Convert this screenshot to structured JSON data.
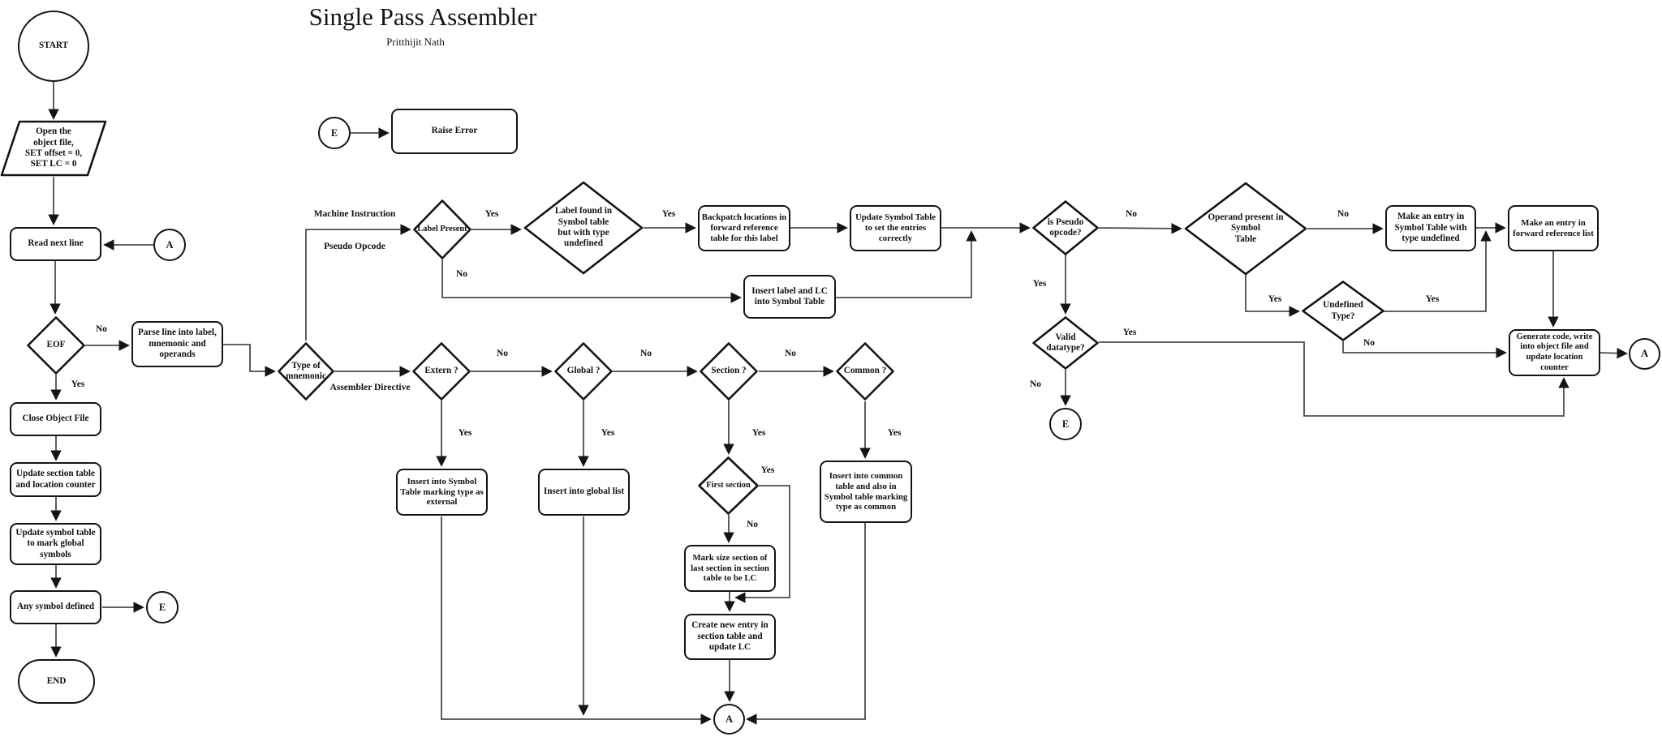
{
  "title": "Single Pass Assembler",
  "subtitle": "Pritthijit Nath",
  "colors": {
    "stroke": "#141414",
    "edge": "#4c4c4c",
    "background": "#ffffff"
  },
  "nodes": {
    "start": "START",
    "open_file": "Open the\nobject file,\nSET offset = 0,\nSET LC = 0",
    "read_line": "Read next line",
    "conn_a_left": "A",
    "eof": "EOF",
    "parse_line": "Parse line into label,\nmnemonic and\noperands",
    "close_file": "Close Object File",
    "update_section": "Update section table\nand location counter",
    "update_symbol": "Update symbol table\nto mark global\nsymbols",
    "any_symbol": "Any symbol defined",
    "conn_e_left": "E",
    "end": "END",
    "conn_e_top": "E",
    "raise_error": "Raise Error",
    "type_mnemonic": "Type of\nmnemonic",
    "label_present": "Label Present",
    "label_found": "Label found in\nSymbol table\nbut with type\nundefined",
    "backpatch": "Backpatch locations in\nforward reference\ntable for this label",
    "insert_label_lc": "Insert label and LC\ninto Symbol Table",
    "update_stt": "Update Symbol Table\nto set the entries\ncorrectly",
    "is_pseudo": "is Pseudo\nopcode?",
    "operand_present": "Operand present in\nSymbol\nTable",
    "make_entry_undef": "Make an entry in\nSymbol Table with\ntype undefined",
    "make_entry_fwd": "Make an entry in\nforward reference list",
    "undefined_type": "Undefined\nType?",
    "valid_datatype": "Valid\ndatatype?",
    "conn_e_mid": "E",
    "generate_code": "Generate code, write\ninto object file and\nupdate location\ncounter",
    "conn_a_right": "A",
    "extern_q": "Extern ?",
    "global_q": "Global ?",
    "section_q": "Section ?",
    "common_q": "Common ?",
    "insert_ext": "Insert into Symbol\nTable marking type as\nexternal",
    "insert_global": "Insert into global list",
    "first_section": "First section",
    "insert_common": "Insert into common\ntable and also in\nSymbol table marking\ntype as common",
    "mark_size": "Mark size section of\nlast section in section\ntable to be LC",
    "create_entry": "Create new entry in\nsection table and\nupdate LC",
    "conn_a_bottom": "A"
  },
  "edge_labels": {
    "machine_instruction": "Machine Instruction",
    "pseudo_opcode": "Pseudo Opcode",
    "assembler_directive": "Assembler Directive",
    "eof_no": "No",
    "eof_yes": "Yes",
    "lp_yes": "Yes",
    "lp_no": "No",
    "lf_yes": "Yes",
    "ip_no": "No",
    "ip_yes": "Yes",
    "op_no": "No",
    "op_yes": "Yes",
    "ut_yes": "Yes",
    "ut_no": "No",
    "vd_yes": "Yes",
    "vd_no": "No",
    "extern_no": "No",
    "extern_yes": "Yes",
    "global_no": "No",
    "global_yes": "Yes",
    "section_no": "No",
    "section_yes": "Yes",
    "common_yes": "Yes",
    "fs_yes": "Yes",
    "fs_no": "No"
  }
}
